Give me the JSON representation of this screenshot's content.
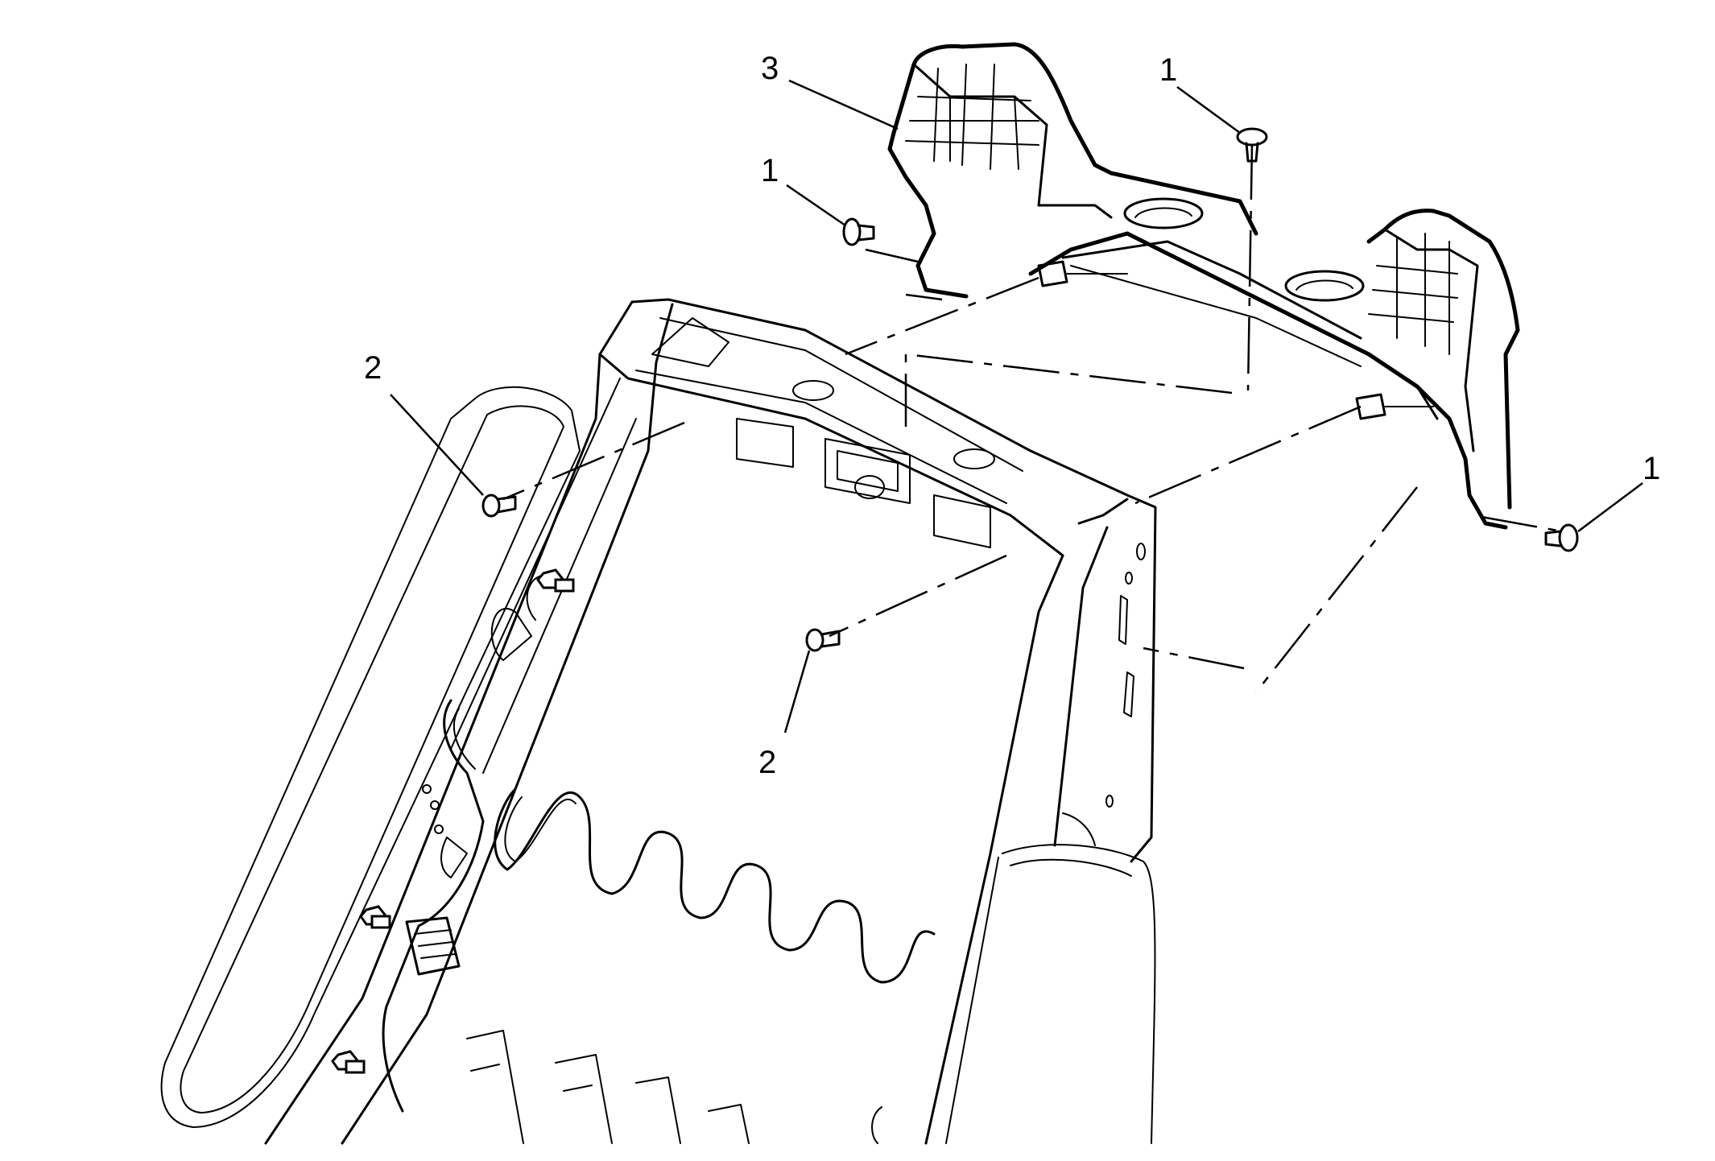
{
  "callouts": {
    "bolt_top": "1",
    "bolt_upper_left": "1",
    "bolt_right": "1",
    "screw_left": "2",
    "screw_center": "2",
    "bracket": "3"
  }
}
